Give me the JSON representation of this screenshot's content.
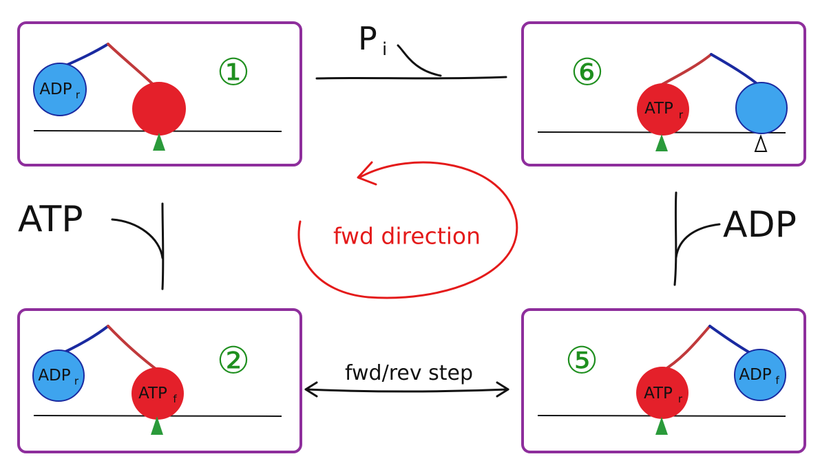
{
  "colors": {
    "panel_border": "#8e2e9c",
    "step_number": "#1f8f1f",
    "atp_head": "#e4202a",
    "adp_head": "#3ea4ee",
    "neck_red": "#c0393b",
    "neck_blue": "#1a2aa0",
    "foot": "#2a9a3a",
    "arrow_red": "#e41a1a"
  },
  "panels": {
    "step1": {
      "number": "①",
      "left_label": "ADP",
      "left_sub": "r",
      "right_label": "",
      "right_sub": ""
    },
    "step6": {
      "number": "⑥",
      "left_label": "ATP",
      "left_sub": "r",
      "right_label": "",
      "right_sub": ""
    },
    "step2": {
      "number": "②",
      "left_label": "ADP",
      "left_sub": "r",
      "right_label": "ATP",
      "right_sub": "f"
    },
    "step5": {
      "number": "⑤",
      "left_label": "ATP",
      "left_sub": "r",
      "right_label": "ADP",
      "right_sub": "f"
    }
  },
  "connectors": {
    "top_release": "P",
    "top_release_sub": "i",
    "left_binding": "ATP",
    "right_release": "ADP",
    "bottom_label": "fwd/rev step",
    "center_label": "fwd direction"
  }
}
